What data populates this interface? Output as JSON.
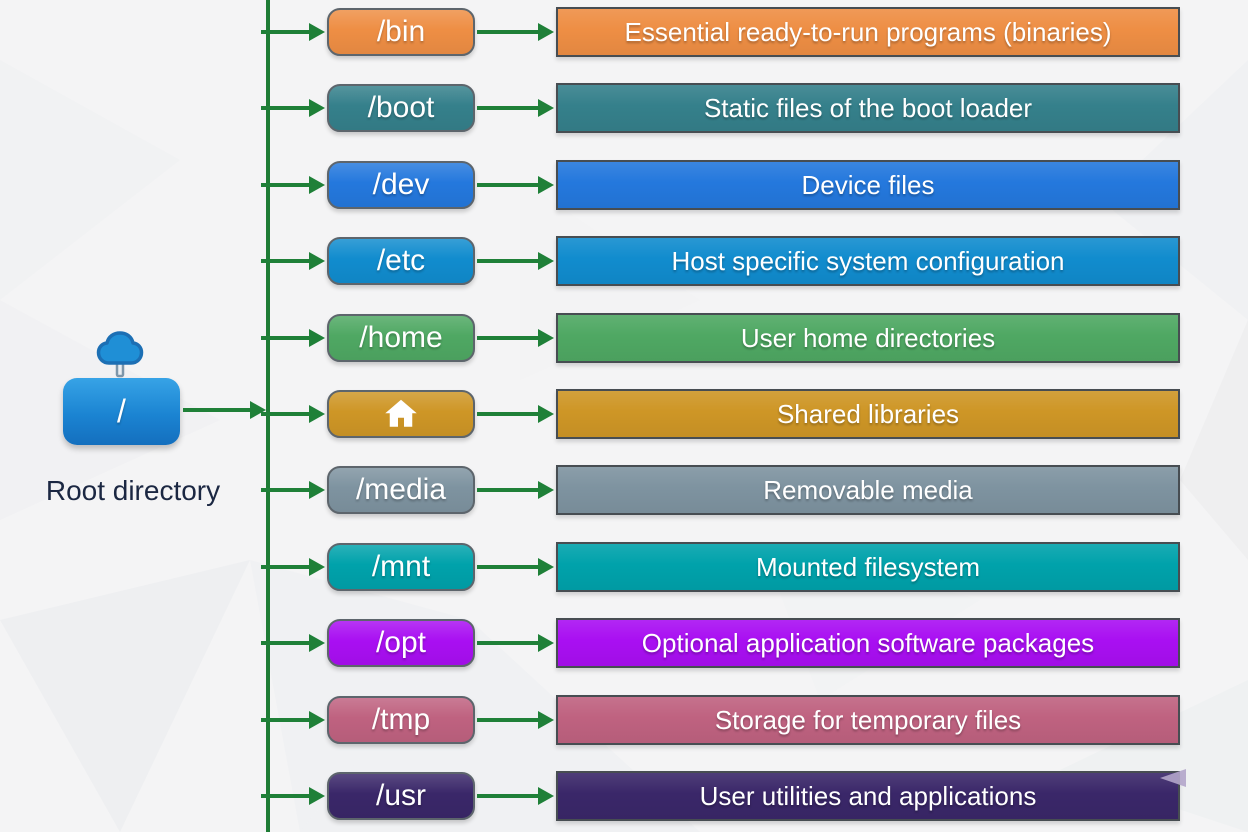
{
  "diagram": {
    "root": {
      "label": "/",
      "caption": "Root directory",
      "icon": "tree-icon",
      "box_color": "#1b84d2"
    },
    "arrow_color": "#1f8038",
    "rows": [
      {
        "id": "bin",
        "label": "/bin",
        "description": "Essential ready-to-run programs (binaries)",
        "color": "#EE8E44"
      },
      {
        "id": "boot",
        "label": "/boot",
        "description": "Static files of the boot loader",
        "color": "#35808B"
      },
      {
        "id": "dev",
        "label": "/dev",
        "description": "Device files",
        "color": "#2478DD"
      },
      {
        "id": "etc",
        "label": "/etc",
        "description": "Host specific system configuration",
        "color": "#118CCE"
      },
      {
        "id": "home",
        "label": "/home",
        "description": "User home directories",
        "color": "#4FA863"
      },
      {
        "id": "lib",
        "label": "",
        "icon": "home-icon",
        "description": "Shared libraries",
        "color": "#CE9626"
      },
      {
        "id": "media",
        "label": "/media",
        "description": "Removable media",
        "color": "#7E93A0"
      },
      {
        "id": "mnt",
        "label": "/mnt",
        "description": "Mounted filesystem",
        "color": "#00A2AB"
      },
      {
        "id": "opt",
        "label": "/opt",
        "description": "Optional application software packages",
        "color": "#A90FF2"
      },
      {
        "id": "tmp",
        "label": "/tmp",
        "description": "Storage for temporary files",
        "color": "#BF6280"
      },
      {
        "id": "usr",
        "label": "/usr",
        "description": "User utilities and applications",
        "color": "#3A2769"
      }
    ]
  }
}
